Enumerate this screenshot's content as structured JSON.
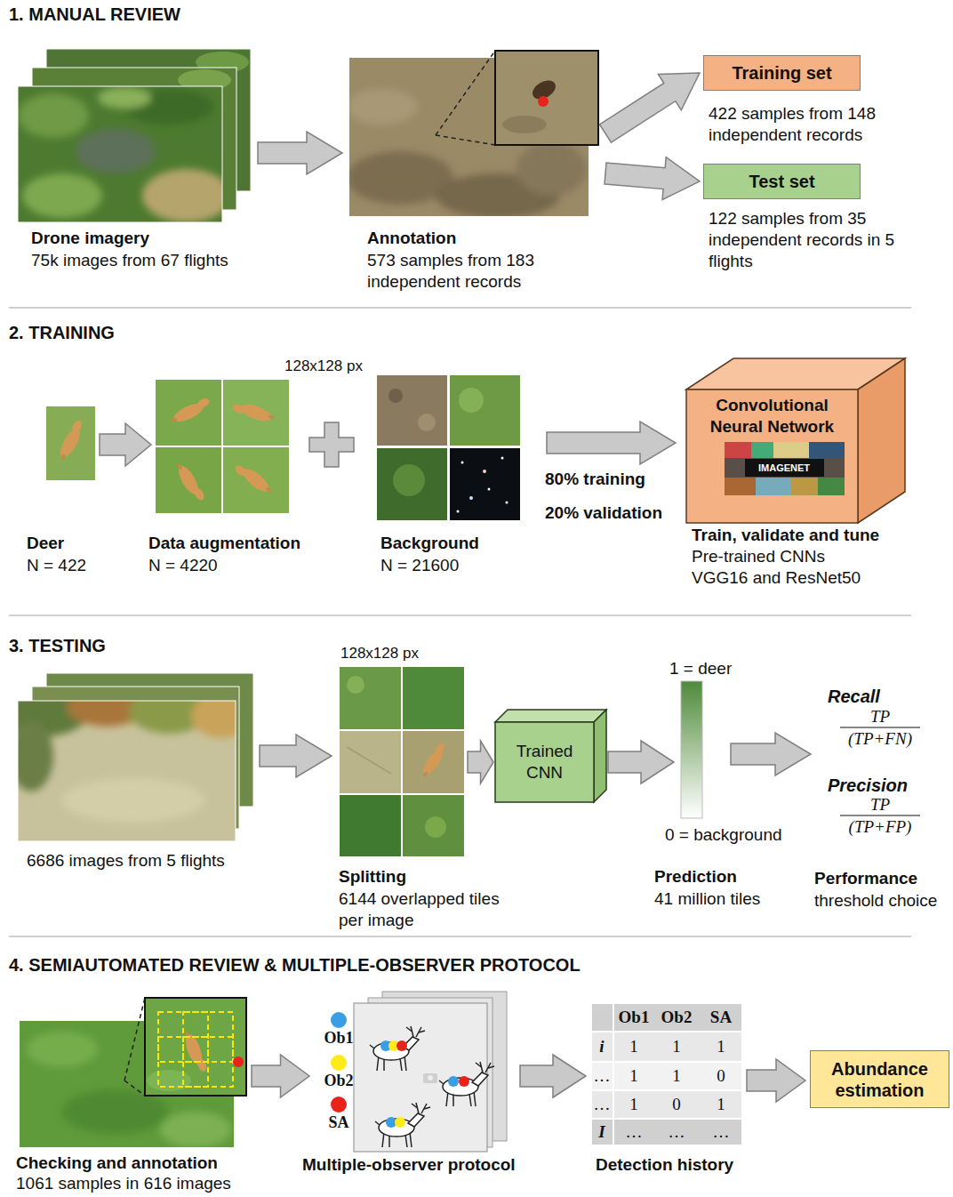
{
  "diagram": {
    "nodes": [
      {
        "text": [
          "Drone imagery",
          "75k images from 67 flights"
        ]
      },
      {
        "text": [
          "Annotation",
          "573 samples from 183 independent records"
        ]
      },
      {
        "text": [
          "Training set",
          "422 samples from 148 independent records"
        ]
      },
      {
        "text": [
          "Test set",
          "122 samples from 35 independent records in 5 flights"
        ]
      },
      {
        "text": [
          "Deer",
          "N = 422"
        ]
      },
      {
        "text": [
          "Data augmentation",
          "N = 4220"
        ]
      },
      {
        "text": [
          "Background",
          "N = 21600"
        ]
      },
      {
        "text": [
          "Convolutional Neural Network",
          "Train, validate and tune",
          "Pre-trained CNNs VGG16 and ResNet50"
        ]
      },
      {
        "text": [
          "6686 images from 5 flights"
        ]
      },
      {
        "text": [
          "Splitting",
          "6144 overlapped tiles per image"
        ]
      },
      {
        "text": [
          "Trained CNN"
        ]
      },
      {
        "text": [
          "Prediction",
          "41 million tiles"
        ]
      },
      {
        "text": [
          "Performance",
          "threshold choice"
        ]
      },
      {
        "text": [
          "Checking and annotation",
          "1061 samples in 616 images"
        ]
      },
      {
        "text": [
          "Multiple-observer protocol"
        ]
      },
      {
        "text": [
          "Detection history"
        ]
      },
      {
        "text": [
          "Abundance estimation"
        ]
      }
    ],
    "edges": [
      {
        "from": 0,
        "to": 1,
        "arrow": "to"
      },
      {
        "from": 1,
        "to": 2,
        "arrow": "to"
      },
      {
        "from": 1,
        "to": 3,
        "arrow": "to"
      },
      {
        "from": 4,
        "to": 5,
        "arrow": "to"
      },
      {
        "from": 6,
        "to": 7,
        "arrow": "to"
      },
      {
        "from": 8,
        "to": 9,
        "arrow": "to"
      },
      {
        "from": 9,
        "to": 10,
        "arrow": "to"
      },
      {
        "from": 10,
        "to": 11,
        "arrow": "to"
      },
      {
        "from": 11,
        "to": 12,
        "arrow": "to"
      },
      {
        "from": 13,
        "to": 14,
        "arrow": "to"
      },
      {
        "from": 14,
        "to": 15,
        "arrow": "to"
      },
      {
        "from": 15,
        "to": 16,
        "arrow": "to"
      }
    ],
    "labels": [
      "1. MANUAL REVIEW",
      "2. TRAINING",
      "3. TESTING",
      "4. SEMIAUTOMATED REVIEW & MULTIPLE-OBSERVER PROTOCOL",
      "128x128 px",
      "80% training",
      "20% validation",
      "IMAGENET",
      "128x128 px",
      "1 = deer",
      "0 = background",
      "Recall",
      "TP",
      "(TP+FN)",
      "Precision",
      "TP",
      "(TP+FP)",
      "Ob1",
      "Ob2",
      "SA",
      "i",
      "1",
      "1",
      "1",
      "…",
      "1",
      "1",
      "0",
      "…",
      "1",
      "0",
      "1",
      "I",
      "…",
      "…",
      "…"
    ],
    "legend": [
      {
        "text": "Ob1",
        "color": "#3a9ee4"
      },
      {
        "text": "Ob2",
        "color": "#ffeb1a"
      },
      {
        "text": "SA",
        "color": "#e8231c"
      }
    ]
  }
}
